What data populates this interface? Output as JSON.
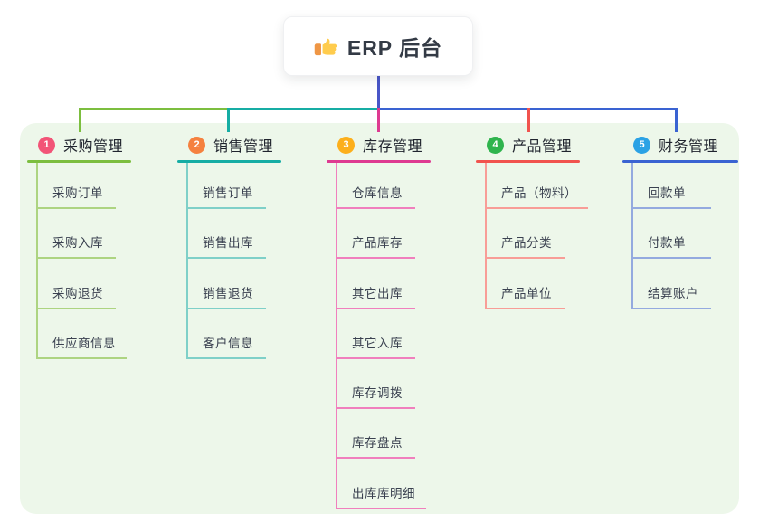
{
  "root": {
    "title": "ERP 后台",
    "icon": "thumbs-up-icon",
    "connector_color": "#4956C8"
  },
  "canvas": {
    "background": "#FFFFFF",
    "panel_background": "#EDF7EA"
  },
  "branches": [
    {
      "index": "1",
      "title": "采购管理",
      "badge_color": "#F25477",
      "line_color": "#7CBE3F",
      "child_line_color": "#ADD481",
      "children": [
        "采购订单",
        "采购入库",
        "采购退货",
        "供应商信息"
      ]
    },
    {
      "index": "2",
      "title": "销售管理",
      "badge_color": "#F5813F",
      "line_color": "#16ADA4",
      "child_line_color": "#7FD0C8",
      "children": [
        "销售订单",
        "销售出库",
        "销售退货",
        "客户信息"
      ]
    },
    {
      "index": "3",
      "title": "库存管理",
      "badge_color": "#FCAF1B",
      "line_color": "#DE3A91",
      "child_line_color": "#F07FBD",
      "children": [
        "仓库信息",
        "产品库存",
        "其它出库",
        "其它入库",
        "库存调拨",
        "库存盘点",
        "出库库明细"
      ]
    },
    {
      "index": "4",
      "title": "产品管理",
      "badge_color": "#2FB44D",
      "line_color": "#F1534E",
      "child_line_color": "#F89D97",
      "children": [
        "产品（物料）",
        "产品分类",
        "产品单位"
      ]
    },
    {
      "index": "5",
      "title": "财务管理",
      "badge_color": "#2BA2E5",
      "line_color": "#3A63D2",
      "child_line_color": "#94AADF",
      "children": [
        "回款单",
        "付款单",
        "结算账户"
      ]
    }
  ]
}
